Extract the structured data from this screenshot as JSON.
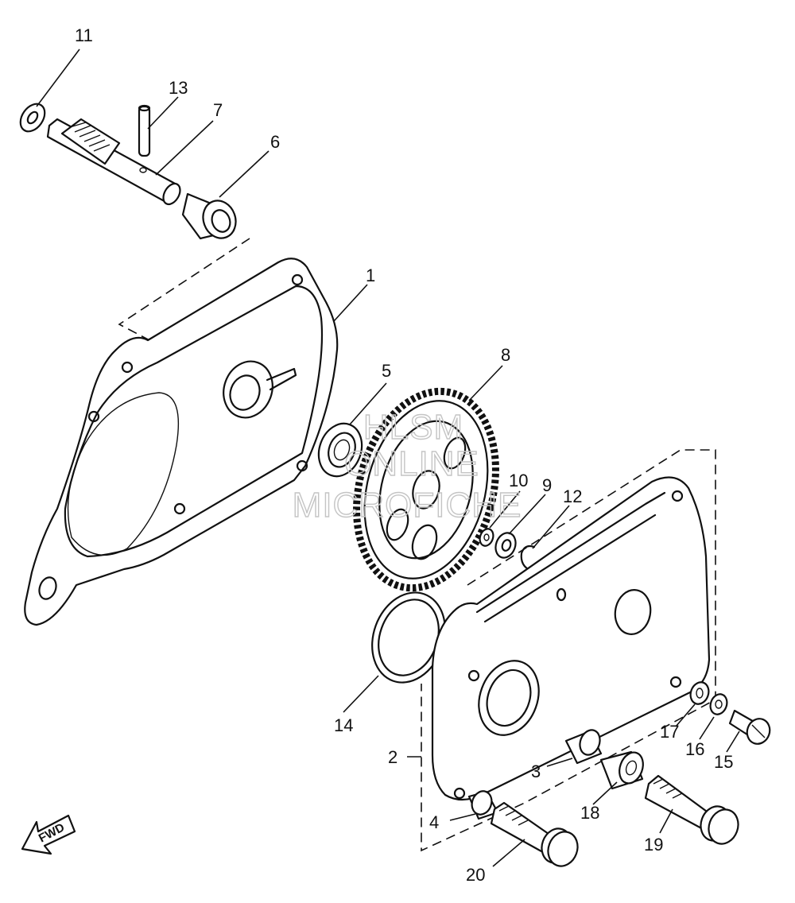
{
  "callouts": [
    {
      "id": "1",
      "text": "1"
    },
    {
      "id": "2",
      "text": "2"
    },
    {
      "id": "3",
      "text": "3"
    },
    {
      "id": "4",
      "text": "4"
    },
    {
      "id": "5",
      "text": "5"
    },
    {
      "id": "6",
      "text": "6"
    },
    {
      "id": "7",
      "text": "7"
    },
    {
      "id": "8",
      "text": "8"
    },
    {
      "id": "9",
      "text": "9"
    },
    {
      "id": "10",
      "text": "10"
    },
    {
      "id": "11",
      "text": "11"
    },
    {
      "id": "12",
      "text": "12"
    },
    {
      "id": "13",
      "text": "13"
    },
    {
      "id": "14",
      "text": "14"
    },
    {
      "id": "15",
      "text": "15"
    },
    {
      "id": "16",
      "text": "16"
    },
    {
      "id": "17",
      "text": "17"
    },
    {
      "id": "18",
      "text": "18"
    },
    {
      "id": "19",
      "text": "19"
    },
    {
      "id": "20",
      "text": "20"
    }
  ],
  "watermark": {
    "line1": "HLSM",
    "line2": "ONLINE",
    "line3": "MICROFICHE"
  },
  "direction_badge": {
    "label": "FWD",
    "icon": "arrow-down-left-icon"
  },
  "colors": {
    "ink": "#111111",
    "paper": "#ffffff",
    "watermark": "#c4c4c4"
  }
}
